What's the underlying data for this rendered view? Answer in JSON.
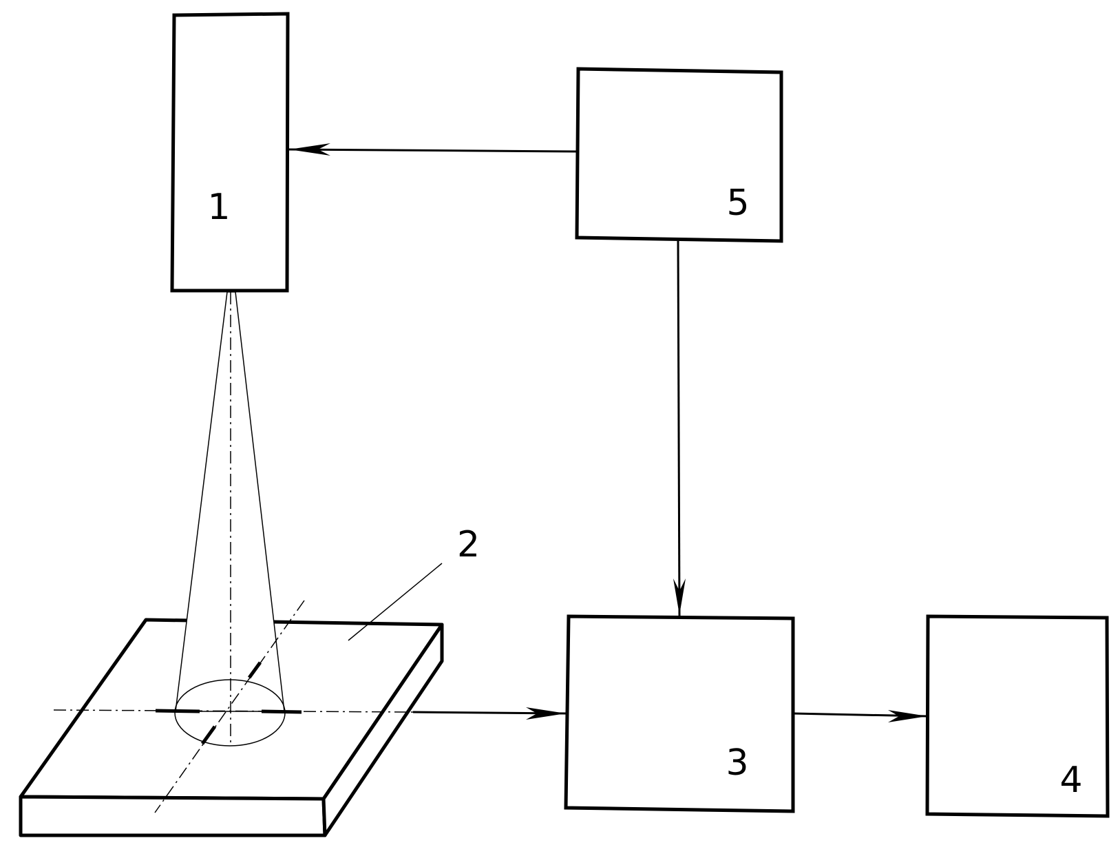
{
  "diagram": {
    "labels": {
      "block1": "1",
      "workpiece2": "2",
      "block3": "3",
      "block4": "4",
      "block5": "5"
    },
    "colors": {
      "stroke": "#000000",
      "background": "#ffffff"
    }
  }
}
